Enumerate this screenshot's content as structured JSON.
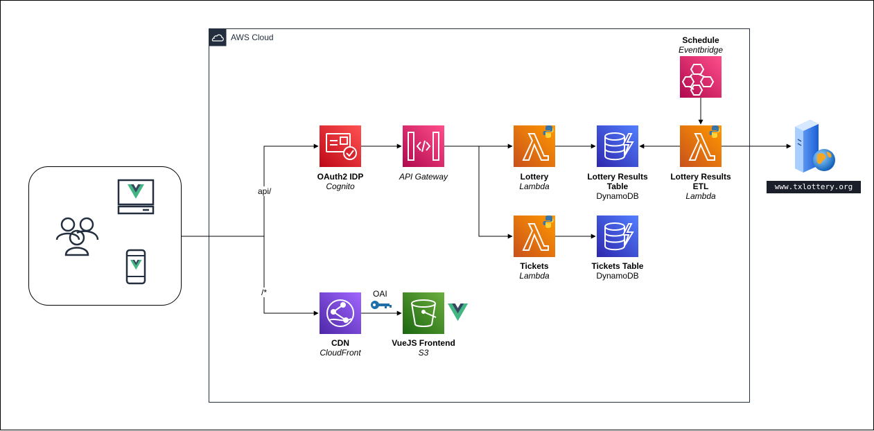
{
  "cloud": {
    "title": "AWS Cloud"
  },
  "edges": {
    "api": "api/",
    "frontend": "/*",
    "oai": "OAI"
  },
  "nodes": {
    "oauth": {
      "name": "OAuth2 IDP",
      "service": "Cognito"
    },
    "apigw": {
      "name": "",
      "service": "API Gateway"
    },
    "lottery": {
      "name": "Lottery",
      "service": "Lambda"
    },
    "results_table": {
      "name": "Lottery Results Table",
      "service": "DynamoDB"
    },
    "etl": {
      "name": "Lottery Results ETL",
      "service": "Lambda"
    },
    "schedule": {
      "name": "Schedule",
      "service": "Eventbridge"
    },
    "tickets": {
      "name": "Tickets",
      "service": "Lambda"
    },
    "tickets_table": {
      "name": "Tickets Table",
      "service": "DynamoDB"
    },
    "cdn": {
      "name": "CDN",
      "service": "CloudFront"
    },
    "frontend": {
      "name": "VueJS Frontend",
      "service": "S3"
    },
    "website": {
      "name": "www.txlottery.org"
    }
  },
  "colors": {
    "cognito": "#d6242d",
    "apigw": "#e7157b",
    "lambda": "#ed7100",
    "dynamo": "#3b48cc",
    "eventbridge": "#e7157b",
    "cloudfront": "#8c4fff",
    "s3": "#3f8624",
    "vue_green": "#41b883",
    "vue_dark": "#34495e",
    "key": "#1f6fa8"
  },
  "icons": {
    "users": "users-group-icon",
    "desktop": "desktop-vue-icon",
    "mobile": "mobile-vue-icon",
    "cloud": "aws-cloud-icon",
    "website": "web-server-globe-icon",
    "key": "key-icon",
    "vue": "vue-logo-icon"
  }
}
